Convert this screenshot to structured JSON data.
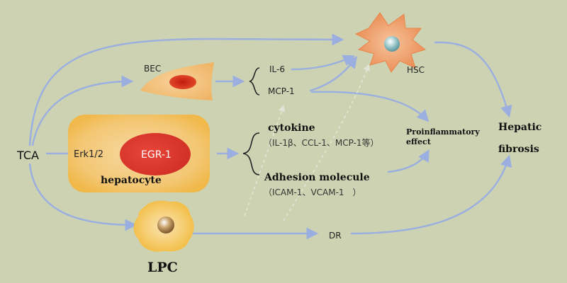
{
  "nodes": {
    "tca": "TCA",
    "erk": "Erk1/2",
    "egr": "EGR-1",
    "hepatocyte": "hepatocyte",
    "bec": "BEC",
    "il6": "IL-6",
    "mcp1": "MCP-1",
    "hsc": "HSC",
    "cytokine": "cytokine",
    "cytokine_list": "（IL-1β、CCL-1、MCP-1等）",
    "adhesion": "Adhesion molecule",
    "adhesion_list": "（ICAM-1、VCAM-1　）",
    "proinflammatory_1": "Proinflammatory",
    "proinflammatory_2": "effect",
    "hepatic_1": "Hepatic",
    "hepatic_2": "fibrosis",
    "dr": "DR",
    "lpc": "LPC"
  },
  "colors": {
    "background": "#cdd3b2",
    "arrow": "#9aaee0",
    "hepatocyte_fill": "#f2c35e",
    "egr_fill": "#e03a2c",
    "bec_fill": "#f3c27a",
    "hsc_fill": "#ee9a6a",
    "lpc_fill": "#f4c04a"
  }
}
